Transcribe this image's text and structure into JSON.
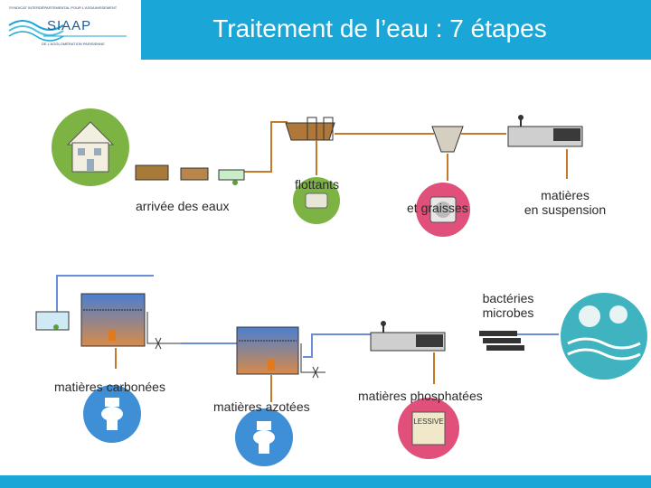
{
  "header": {
    "title": "Traitement de l’eau : 7 étapes",
    "logo": {
      "line1": "SYNDICAT INTERDÉPARTEMENTAL POUR L'ASSAINISSEMENT",
      "name": "SIAAP",
      "line2": "DE L'AGGLOMÉRATION PARISIENNE"
    }
  },
  "labels": {
    "arrivee": "arrivée des eaux",
    "flottants": "flottants",
    "sables_graisses": "et graisses",
    "matieres_suspension_1": "matières",
    "matieres_suspension_2": "en suspension",
    "bacteries_1": "bactéries",
    "bacteries_2": "microbes",
    "carbonees": "matières carbonées",
    "azotees": "matières azotées",
    "phosphatees": "matières phosphatées",
    "lessive": "LESSIVE"
  },
  "colors": {
    "accent": "#1aa6d6",
    "pipe_brown": "#c8782a",
    "pipe_blue": "#6a8fd8",
    "green_circle": "#7cb342",
    "pink_circle": "#e0507a",
    "blue_circle": "#3f8fd6",
    "teal_circle": "#3fb3bf"
  }
}
